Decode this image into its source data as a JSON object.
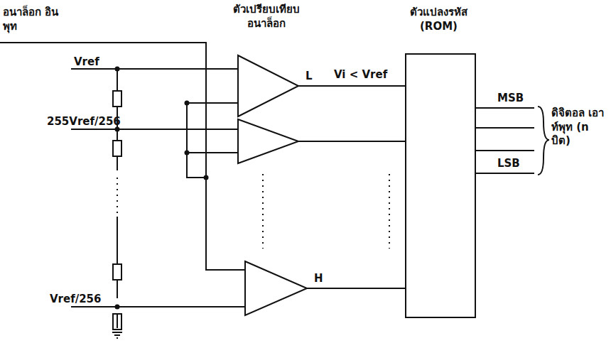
{
  "diagram": {
    "nodes": [
      {
        "text": [
          "ตัวแปลงรหัส (ROM)"
        ]
      }
    ],
    "labels": [
      "อนาล็อก อินพุท",
      "ตัวเปรียบเทียบ อนาล็อก",
      "Vref",
      "255Vref/256",
      "Vref/256",
      "L",
      "Vi < Vref",
      "H",
      "MSB",
      "LSB",
      "ดิจิตอล เอาท์พุท (n บิต)"
    ]
  }
}
